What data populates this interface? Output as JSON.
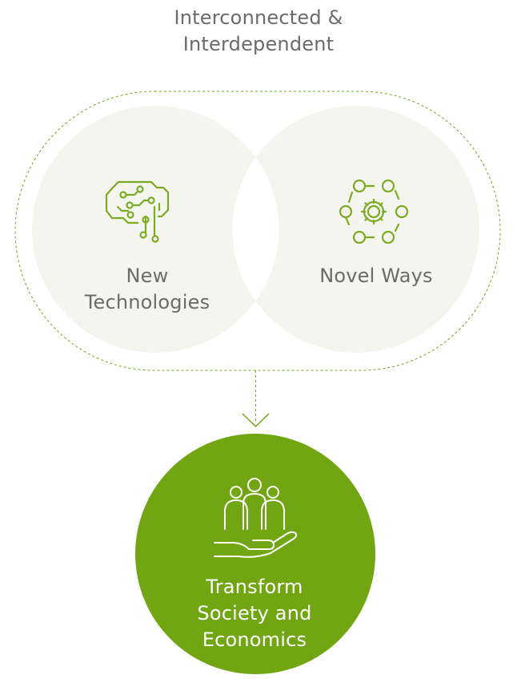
{
  "title": {
    "line1": "Interconnected &",
    "line2": "Interdependent"
  },
  "circles": {
    "left": {
      "line1": "New",
      "line2": "Technologies",
      "icon": "brain-circuit-icon"
    },
    "right": {
      "line1": "Novel Ways",
      "icon": "gear-network-icon"
    }
  },
  "result": {
    "line1": "Transform",
    "line2": "Society and",
    "line3": "Economics",
    "icon": "people-in-hand-icon"
  },
  "colors": {
    "accent": "#72a512",
    "icon_stroke": "#7aab22",
    "circle_fill": "#f5f5ef",
    "text": "#6b6b6b",
    "dashed_outline": "#72a512"
  }
}
